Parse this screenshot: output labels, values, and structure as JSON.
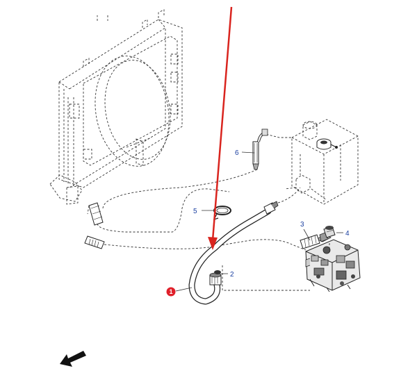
{
  "callouts": [
    {
      "id": "1",
      "style": "highlighted",
      "color": "#e0202a"
    },
    {
      "id": "2"
    },
    {
      "id": "3"
    },
    {
      "id": "4"
    },
    {
      "id": "5"
    },
    {
      "id": "6"
    }
  ],
  "arrow_color": "#d9241e",
  "label_color": "#1a3fa0",
  "icons": [
    "direction-arrow-icon"
  ]
}
